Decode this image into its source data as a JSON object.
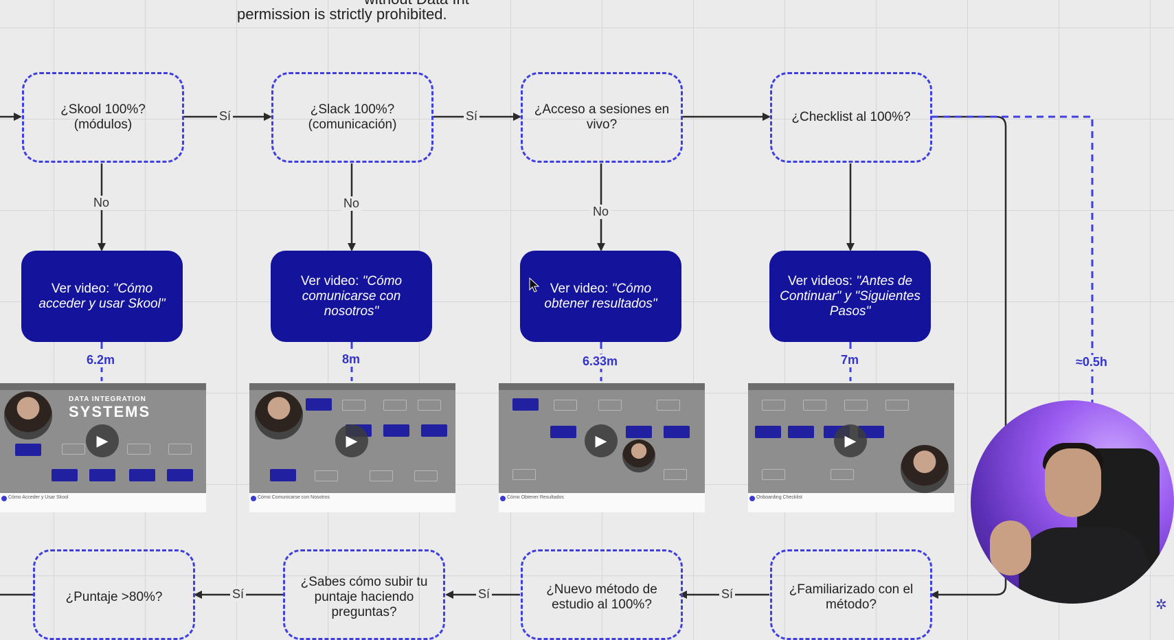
{
  "header_text": "permission is strictly prohibited.",
  "header_cut_text": "without Data Int",
  "questions_top": [
    {
      "text": "¿Skool 100%? (módulos)"
    },
    {
      "text": "¿Slack 100%? (comunicación)"
    },
    {
      "text": "¿Acceso a sesiones en vivo?"
    },
    {
      "text": "¿Checklist al 100%?"
    }
  ],
  "actions": [
    {
      "prefix": "Ver video: ",
      "title": "\"Cómo acceder y usar Skool\""
    },
    {
      "prefix": "Ver video: ",
      "title": "\"Cómo comunicarse con nosotros\""
    },
    {
      "prefix": "Ver video: ",
      "title": "\"Cómo obtener resultados\""
    },
    {
      "prefix": "Ver videos: ",
      "title": "\"Antes de Continuar\" y \"Siguientes Pasos\""
    }
  ],
  "durations": [
    "6.2m",
    "8m",
    "6.33m",
    "7m"
  ],
  "side_duration": "≈0.5h",
  "edge_labels": {
    "yes": "Sí",
    "no": "No"
  },
  "questions_bottom": [
    {
      "text": "¿Puntaje >80%?"
    },
    {
      "text": "¿Sabes cómo subir tu puntaje haciendo preguntas?"
    },
    {
      "text": "¿Nuevo método de estudio al 100%?"
    },
    {
      "text": "¿Familiarizado con el método?"
    }
  ],
  "thumbnails": [
    {
      "caption": "Cómo Acceder y Usar Skool",
      "logo_line1": "DATA INTEGRATION",
      "logo_line2": "SYSTEMS"
    },
    {
      "caption": "Cómo Comunicarse con Nosotros"
    },
    {
      "caption": "Cómo Obtener Resultados"
    },
    {
      "caption": "Onboarding Checklist"
    }
  ],
  "colors": {
    "accent": "#3f3fe0",
    "action_fill": "#13139b",
    "duration_text": "#3333cc"
  },
  "icons": [
    "arrow-icon",
    "play-icon",
    "cursor-icon"
  ]
}
